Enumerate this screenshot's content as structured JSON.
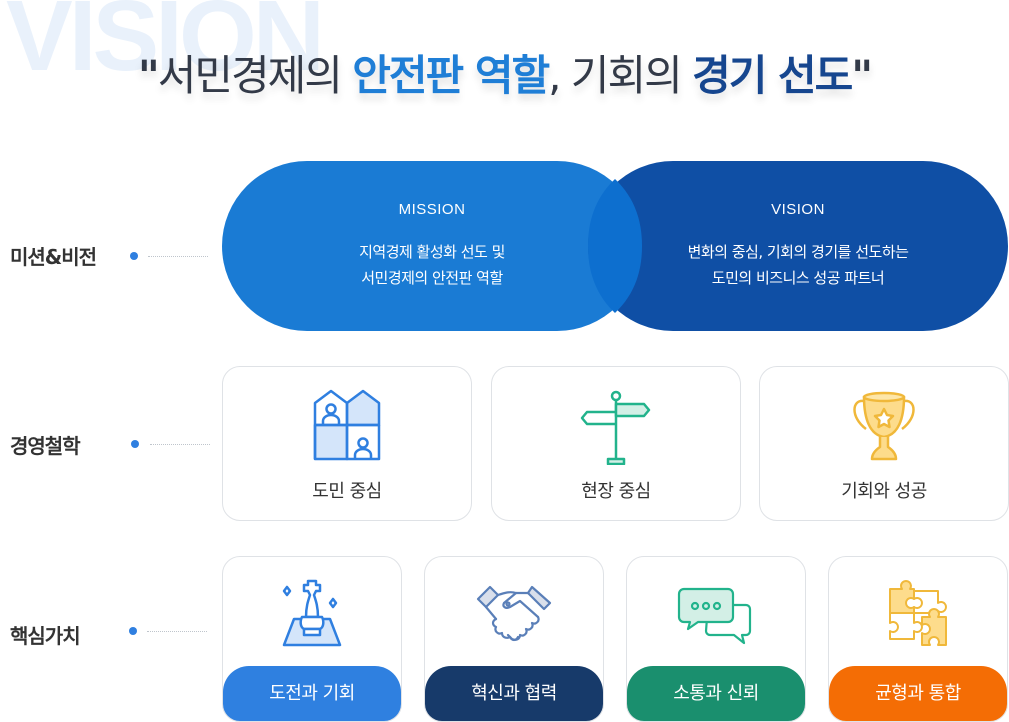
{
  "header": {
    "bg_word": "VISION",
    "quote_open": "\"",
    "part1": "서민경제의 ",
    "highlight1": "안전판 역할",
    "part2": ", 기회의 ",
    "highlight2": "경기 선도",
    "quote_close": "\""
  },
  "colors": {
    "mission": "#1a7bd4",
    "vision": "#0f4fa5",
    "accent_blue": "#1f7ed6",
    "accent_navy": "#16468f",
    "badge_blue": "#2f80e0",
    "badge_navy": "#173a6a",
    "badge_green": "#1a8f6e",
    "badge_orange": "#f46d05"
  },
  "rows": {
    "mission_vision": {
      "label": "미션&비전"
    },
    "philosophy": {
      "label": "경영철학"
    },
    "core_values": {
      "label": "핵심가치"
    }
  },
  "mission": {
    "title": "MISSION",
    "line1": "지역경제 활성화 선도 및",
    "line2": "서민경제의 안전판 역할"
  },
  "vision": {
    "title": "VISION",
    "line1": "변화의 중심, 기회의 경기를 선도하는",
    "line2": "도민의 비즈니스 성공 파트너"
  },
  "philosophy": [
    {
      "label": "도민 중심",
      "icon": "houses-people-icon"
    },
    {
      "label": "현장 중심",
      "icon": "signpost-icon"
    },
    {
      "label": "기회와 성공",
      "icon": "trophy-icon"
    }
  ],
  "core_values": [
    {
      "label": "도전과 기회",
      "icon": "chess-king-icon"
    },
    {
      "label": "혁신과 협력",
      "icon": "handshake-icon"
    },
    {
      "label": "소통과 신뢰",
      "icon": "chat-bubbles-icon"
    },
    {
      "label": "균형과 통합",
      "icon": "puzzle-icon"
    }
  ]
}
